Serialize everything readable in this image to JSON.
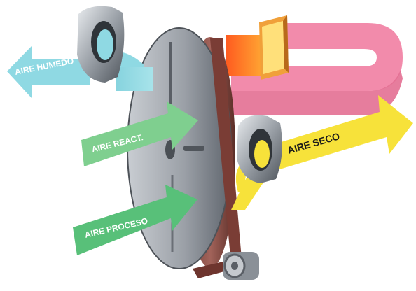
{
  "labels": {
    "humid": "AIRE HUMEDO",
    "react": "AIRE REACT.",
    "dry": "AIRE SECO",
    "process": "AIRE PROCESO"
  },
  "colors": {
    "humid": "#8fd9e3",
    "react": "#7fcf8f",
    "process": "#58c079",
    "dry": "#f7e23a",
    "loop": "#f28bab",
    "heat": "#ff7a2a",
    "wheel": "#8f949b",
    "rim": "#8a4e45"
  }
}
